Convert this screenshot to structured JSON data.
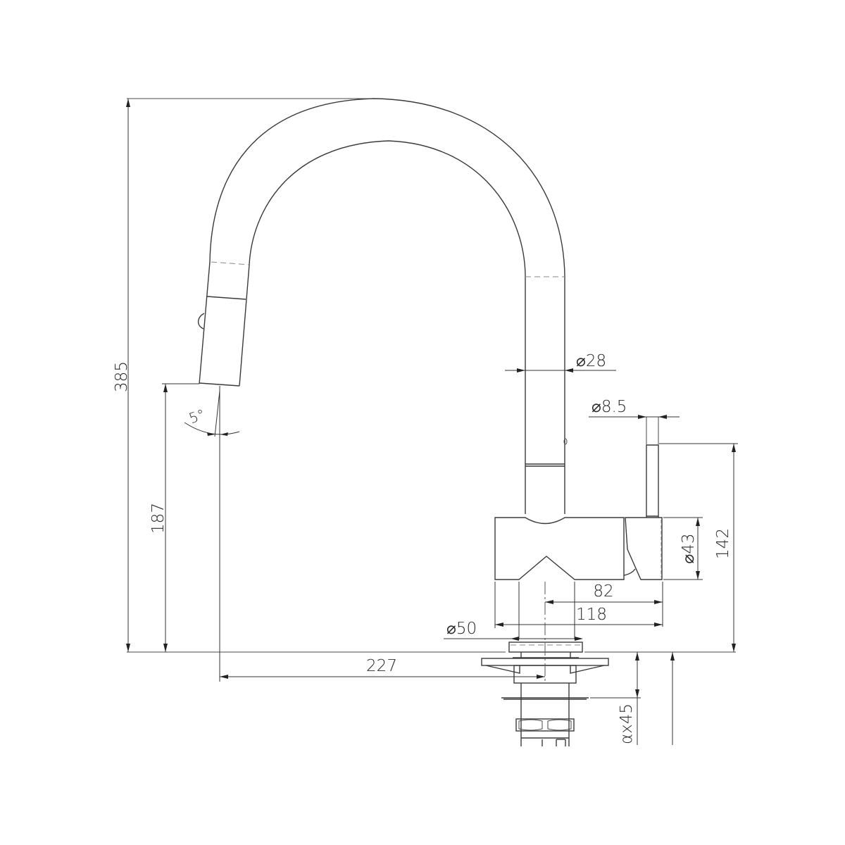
{
  "drawing": {
    "subject": "Pull-down kitchen mixer tap — side elevation",
    "line_color": "#3a3a3a",
    "background": "#ffffff",
    "dimensions": {
      "overall_height": "385",
      "spout_outlet_height": "187",
      "spout_angle": "5°",
      "spout_diameter": "⌀28",
      "lever_diameter": "⌀8.5",
      "body_diameter": "⌀43",
      "lever_height": "142",
      "centre_to_lever_end": "82",
      "body_length": "118",
      "base_diameter": "⌀50",
      "spout_reach": "227",
      "max_bench_thickness": "αx45"
    }
  }
}
